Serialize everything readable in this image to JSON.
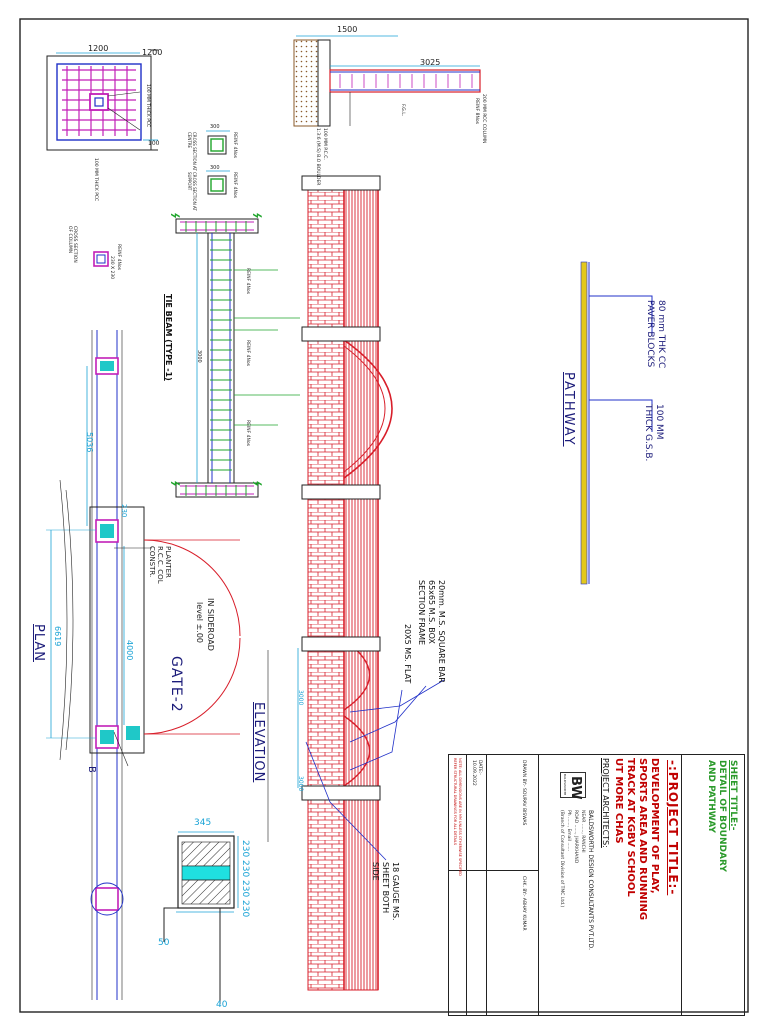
{
  "colors": {
    "brick": "#d81e2a",
    "dimension": "#1aa3d6",
    "section": "#2030c8",
    "magenta": "#c21fb8",
    "green": "#1fa52b",
    "title_red": "#c00000",
    "sheet_green": "#2a9a2a",
    "navy": "#1c1c7a",
    "yellow": "#e3c81c"
  },
  "footing_detail": {
    "width_dim": "1200",
    "side_dim": "1200",
    "note_pcc_top": "100 MM THICK PCC",
    "note_pcc_bottom": "100 MM THICK PCC",
    "offset_dim": "100"
  },
  "column_section": {
    "top_dim": "1500",
    "length_dim": "3025",
    "note_column": "200 MM RCC COLUMN",
    "note_reinf": "REINF 8Nos",
    "note_fgl": "F.G.L.",
    "note_pcc": "100 MM P.C.C.",
    "note_base": "1:3:6 (M.S) B.O BOULDER"
  },
  "beam_sections": {
    "dim_a": "300",
    "dim_b": "300",
    "reinf_1": "REINF 4Nos",
    "reinf_2": "REINF 4Nos",
    "section_1": "CROSS SECTION AT CENTRE",
    "section_2": "CROSS SECTION AT SUPPORT"
  },
  "column_cross": {
    "reinf": "REINF 4Nos",
    "dim": "230 X 230",
    "caption": "CROSS SECTION OF COLUMN"
  },
  "tie_beam": {
    "title": "TIE BEAM (TYPE -1)",
    "length_dim": "3000",
    "stirrup_labels": [
      "REINF 4Nos",
      "REINF 4Nos",
      "REINF 4Nos"
    ]
  },
  "pathway": {
    "title": "PATHWAY",
    "layer_1": "80 mm THK CC PAVER BLOCKS",
    "layer_2": "100 MM THICK G.S.B."
  },
  "plan": {
    "title": "PLAN",
    "gate_label": "GATE-2",
    "road_label": "IN SIDEROAD",
    "road_level": "level ±.00",
    "dim_length": "5036",
    "dim_overall": "6619",
    "dim_gate": "4000",
    "dim_small": "230",
    "note_planter": "PLANTER",
    "note_rcc": "R.C.C. COL",
    "note_constr": "CONSTR.",
    "marker_b": "B"
  },
  "elevation": {
    "title": "ELEVATION",
    "note_bar": "20mm. M.S. SQUARE BAR",
    "note_box": "65x65 M.S. BOX SECTION FRAME",
    "note_flat": "20X5 MS. FLAT",
    "note_sheet": "18 GAUGE MS. SHEET BOTH SIDE",
    "dim_1": "3000",
    "dim_2": "3000"
  },
  "pier_detail": {
    "dim_top": "345",
    "dims_right": [
      "230",
      "230",
      "230",
      "230"
    ],
    "dim_bottom_1": "40",
    "dim_bottom_2": "50"
  },
  "title_block": {
    "sheet_title_label": "SHEET TITLE:-",
    "sheet_title_1": "DETAIL OF BOUNDARY",
    "sheet_title_2": "AND PATHWAY",
    "project_title_label": "-:PROJECT TITLE:-",
    "project_lines": [
      "DEVELOPMENT OF PLAY,",
      "SPORTS AREA AND RUNNING",
      "TRACK AT KGBV SCHOOL",
      "UT MORE CHAS"
    ],
    "architects_label": "PROJECT ARCHITECTS:",
    "firm_logo": "BW",
    "firm_sub": "BALDSWORTH",
    "firm_name": "BALDSWORTH DESIGN CONSULTANTS PVT.LTD.",
    "firm_lines": [
      "NEAR ......, RANCHI",
      "ROAD ......, JHARKHAND",
      "Ph ......, Email ......",
      "(Branch of Consultant Division of TMC Ltd.)"
    ],
    "drawn_by": "DRAWN BY:- SOURAV BISWAS",
    "checked_by": "CHK. BY:- ABHAY KUMAR",
    "date_label": "DATE:-",
    "date_value": "10.09.2022",
    "note_lines": [
      "NOTE: ALL DIMENSIONS ARE IN MM UNLESS OTHERWISE SPECIFIED",
      "REFER STRUCTURAL DRAWINGS FOR ALL DETAILS"
    ]
  }
}
